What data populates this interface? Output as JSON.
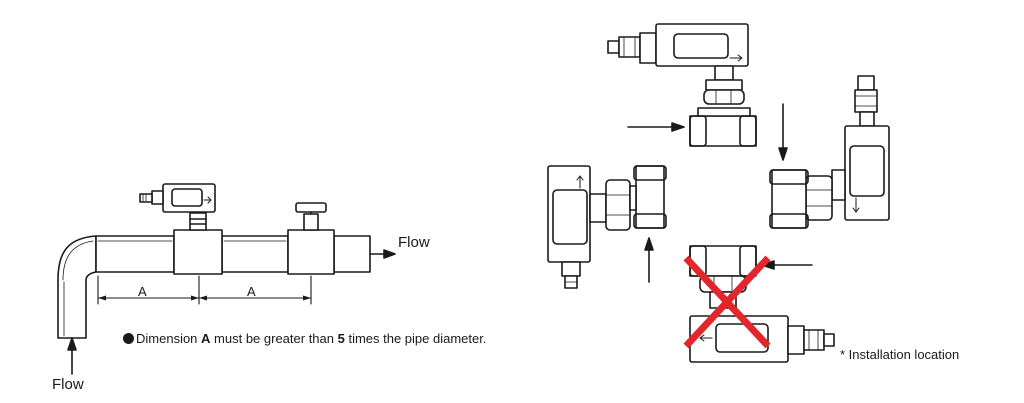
{
  "labels": {
    "flow_out": "Flow",
    "flow_in": "Flow",
    "dimension_a_left": "A",
    "dimension_a_right": "A",
    "install_location": "* Installation location"
  },
  "note": {
    "p1": "Dimension ",
    "b1": "A",
    "p2": " must be greater than ",
    "b2": "5",
    "p3": " times the pipe diameter."
  },
  "colors": {
    "line": "#1a1a1a",
    "background": "#ffffff",
    "cross_mark": "#e3262b"
  }
}
